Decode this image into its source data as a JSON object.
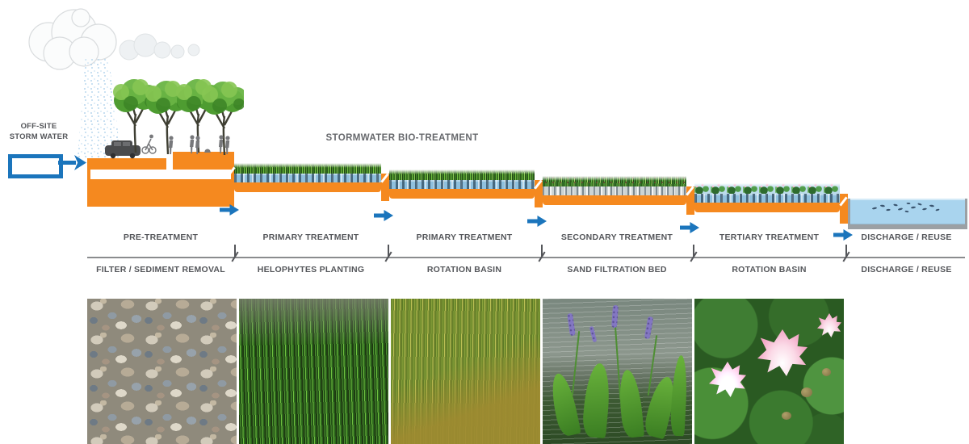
{
  "title": "STORMWATER BIO-TREATMENT",
  "inlet": {
    "label_line1": "OFF-SITE",
    "label_line2": "STORM WATER"
  },
  "stages": [
    {
      "name": "PRE-TREATMENT",
      "method": "FILTER / SEDIMENT REMOVAL"
    },
    {
      "name": "PRIMARY TREATMENT",
      "method": "HELOPHYTES PLANTING"
    },
    {
      "name": "PRIMARY TREATMENT",
      "method": "ROTATION BASIN"
    },
    {
      "name": "SECONDARY TREATMENT",
      "method": "SAND FILTRATION BED"
    },
    {
      "name": "TERTIARY TREATMENT",
      "method": "ROTATION BASIN"
    },
    {
      "name": "DISCHARGE / REUSE",
      "method": "DISCHARGE / REUSE"
    }
  ],
  "photos": [
    {
      "name": "gravel filter media photo"
    },
    {
      "name": "helophyte grasses photo"
    },
    {
      "name": "rotation basin sedges photo"
    },
    {
      "name": "pickerelweed aquatic plants photo"
    },
    {
      "name": "lotus water lilies photo"
    }
  ],
  "icons": {
    "flow_arrow": "right-arrow",
    "rain": "rain-dots",
    "cloud": "cloud",
    "fish": "fish-shoal"
  },
  "colors": {
    "accent_orange": "#F5891F",
    "accent_blue": "#1B75BC",
    "label_gray": "#54565A",
    "water_blue": "#A9D4EE",
    "tray_gray": "#9BA0A4"
  }
}
